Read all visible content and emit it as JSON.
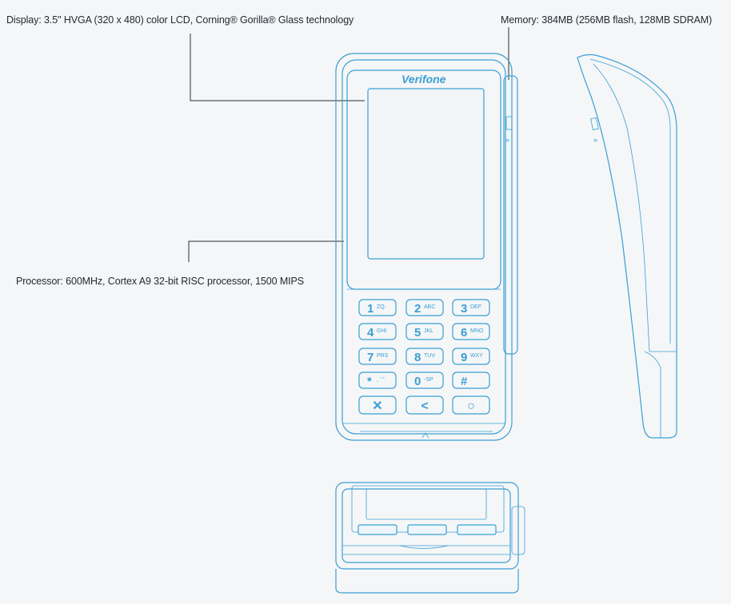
{
  "callouts": {
    "display": "Display: 3.5\" HVGA (320 x 480) color LCD, Corning® Gorilla® Glass technology",
    "memory": "Memory: 384MB (256MB flash, 128MB SDRAM)",
    "processor": "Processor: 600MHz, Cortex A9 32-bit RISC processor, 1500 MIPS"
  },
  "device": {
    "brand": "Verifone",
    "keys": [
      {
        "main": "1",
        "sub": "ZQ."
      },
      {
        "main": "2",
        "sub": "ABC"
      },
      {
        "main": "3",
        "sub": "DEF"
      },
      {
        "main": "4",
        "sub": "GHI"
      },
      {
        "main": "5",
        "sub": "JKL"
      },
      {
        "main": "6",
        "sub": "MNO"
      },
      {
        "main": "7",
        "sub": "PRS"
      },
      {
        "main": "8",
        "sub": "TUV"
      },
      {
        "main": "9",
        "sub": "WXY"
      },
      {
        "main": "*",
        "sub": ", ' \""
      },
      {
        "main": "0",
        "sub": "-SP"
      },
      {
        "main": "#",
        "sub": ""
      }
    ],
    "function_keys": [
      {
        "symbol": "✕",
        "name": "cancel"
      },
      {
        "symbol": "<",
        "name": "back"
      },
      {
        "symbol": "○",
        "name": "enter"
      }
    ]
  },
  "colors": {
    "line": "#3a9fd6",
    "leader": "#2a2f36",
    "text": "#222a33",
    "background": "#f5f6f7"
  }
}
